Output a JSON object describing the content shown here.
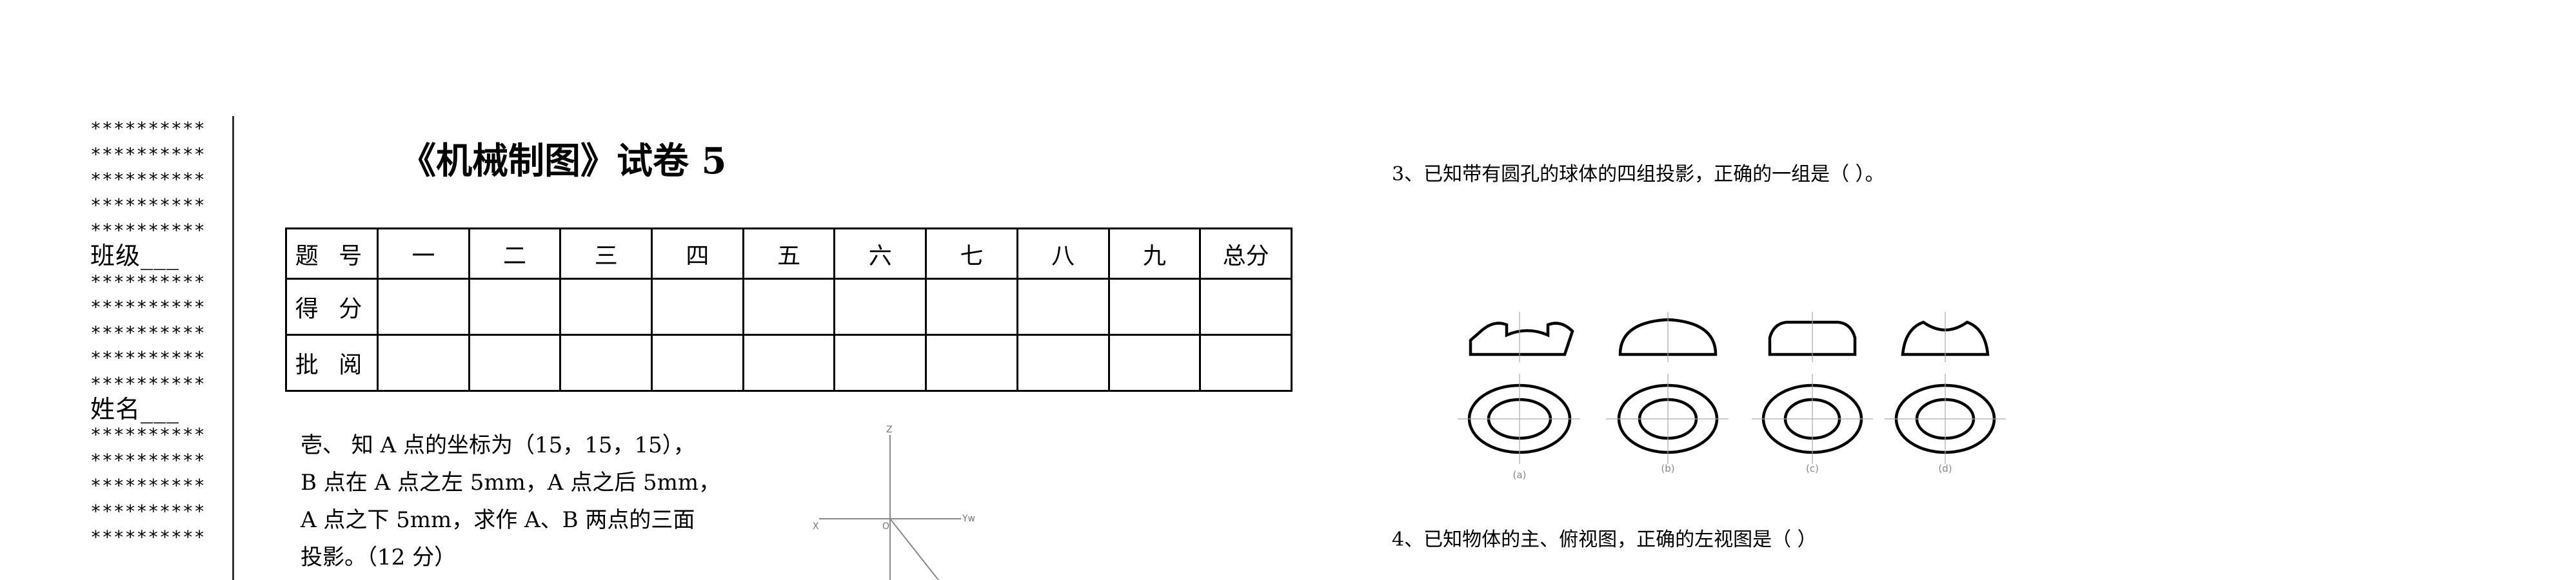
{
  "margin": {
    "stars": "**********",
    "class_label": "班级___",
    "name_label": "姓名___"
  },
  "title": "《机械制图》试卷  5",
  "score_table": {
    "header_label": "题 号",
    "columns": [
      "一",
      "二",
      "三",
      "四",
      "五",
      "六",
      "七",
      "八",
      "九",
      "总分"
    ],
    "row_score": "得 分",
    "row_review": "批 阅"
  },
  "q1": {
    "line1": "壱、  知 A 点的坐标为（15，15，15），",
    "line2": "B 点在 A 点之左 5mm，A 点之后 5mm，",
    "line3": "A 点之下  5mm，求作 A、B 两点的三面",
    "line4": "投影。（12 分）",
    "axis_z": "Z",
    "axis_x": "X",
    "axis_yw": "Yw",
    "axis_o": "O"
  },
  "q3": {
    "text": "3、已知带有圆孔的球体的四组投影，正确的一组是（        ）。",
    "options": [
      "(a)",
      "(b)",
      "(c)",
      "(d)"
    ]
  },
  "q4": {
    "text": "4、已知物体的主、俯视图，正确的左视图是（      ）"
  }
}
